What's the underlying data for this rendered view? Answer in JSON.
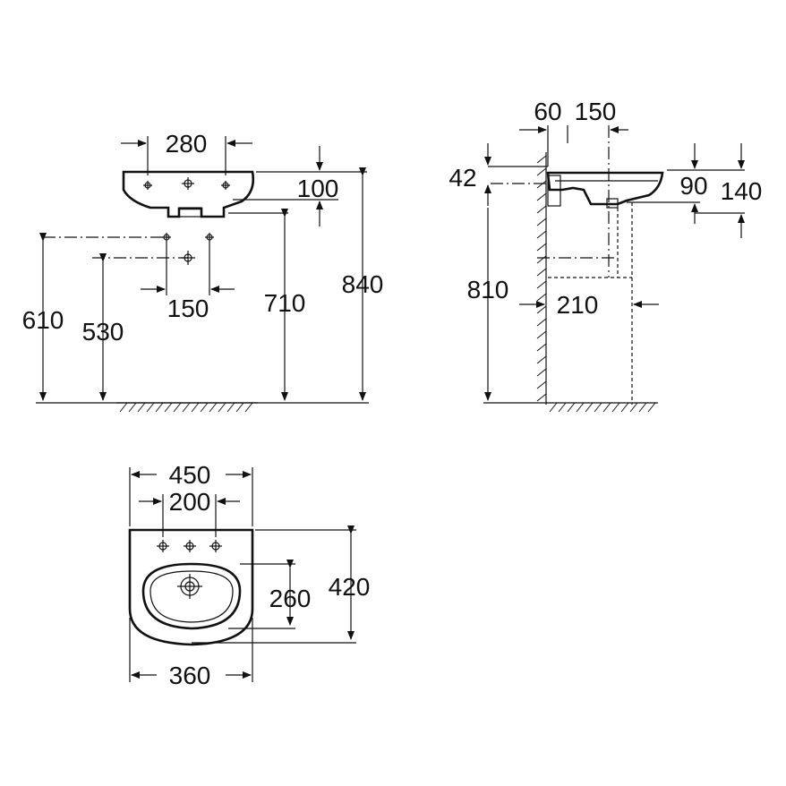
{
  "front_view": {
    "tap_spacing": "280",
    "rim_thickness": "100",
    "overflow_height": "710",
    "total_height": "840",
    "wall_hole_height_upper": "610",
    "wall_hole_height_lower": "530",
    "wall_hole_spacing": "150"
  },
  "side_view": {
    "wall_offset": "60",
    "tap_offset": "150",
    "overflow_drop": "42",
    "rim_height": "810",
    "bowl_depth": "90",
    "basin_depth": "140",
    "waste_projection": "210"
  },
  "top_view": {
    "width": "450",
    "tap_holes_spacing": "200",
    "bowl_depth_dim": "260",
    "depth": "420",
    "bowl_width": "360"
  }
}
